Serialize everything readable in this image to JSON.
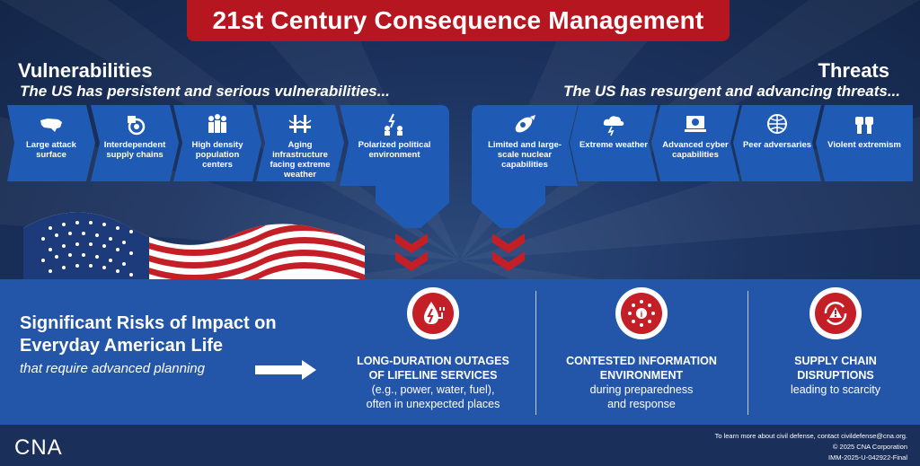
{
  "title": "21st Century Consequence Management",
  "vulnerabilities": {
    "heading": "Vulnerabilities",
    "subheading": "The US has persistent and serious vulnerabilities...",
    "items": [
      {
        "label": "Large attack surface",
        "icon": "us-map-icon"
      },
      {
        "label": "Interdependent supply chains",
        "icon": "supply-chain-icon"
      },
      {
        "label": "High density population centers",
        "icon": "population-icon"
      },
      {
        "label": "Aging infrastructure facing extreme weather",
        "icon": "bridge-icon"
      },
      {
        "label": "Polarized political environment",
        "icon": "polarized-people-icon"
      }
    ]
  },
  "threats": {
    "heading": "Threats",
    "subheading": "The US has resurgent and advancing threats...",
    "items": [
      {
        "label": "Limited and large-scale nuclear capabilities",
        "icon": "nuclear-missile-icon"
      },
      {
        "label": "Extreme weather",
        "icon": "storm-cloud-icon"
      },
      {
        "label": "Advanced cyber capabilities",
        "icon": "cyber-icon"
      },
      {
        "label": "Peer adversaries",
        "icon": "globe-icon"
      },
      {
        "label": "Violent extremism",
        "icon": "raised-fists-icon"
      }
    ]
  },
  "risks": {
    "title_line1": "Significant Risks of Impact on",
    "title_line2": "Everyday American Life",
    "subtitle": "that require advanced planning",
    "items": [
      {
        "heading_line1": "LONG-DURATION OUTAGES",
        "heading_line2": "OF LIFELINE SERVICES",
        "desc_line1": "(e.g., power, water, fuel),",
        "desc_line2": "often in unexpected places",
        "icon": "power-water-icon"
      },
      {
        "heading_line1": "CONTESTED INFORMATION",
        "heading_line2": "ENVIRONMENT",
        "desc_line1": "during preparedness",
        "desc_line2": "and response",
        "icon": "information-network-icon"
      },
      {
        "heading_line1": "SUPPLY CHAIN",
        "heading_line2": "DISRUPTIONS",
        "desc_line1": "leading to scarcity",
        "desc_line2": "",
        "icon": "warning-cycle-icon"
      }
    ]
  },
  "footer": {
    "logo": "CNA",
    "contact": "To learn more about civil defense, contact civildefense@cna.org.",
    "copyright": "© 2025 CNA Corporation",
    "doc_id": "IMM-2025-U-042922-Final"
  },
  "colors": {
    "red": "#b5161f",
    "navy": "#1d3461",
    "blue": "#2356a8",
    "card": "#1f5bb5"
  }
}
